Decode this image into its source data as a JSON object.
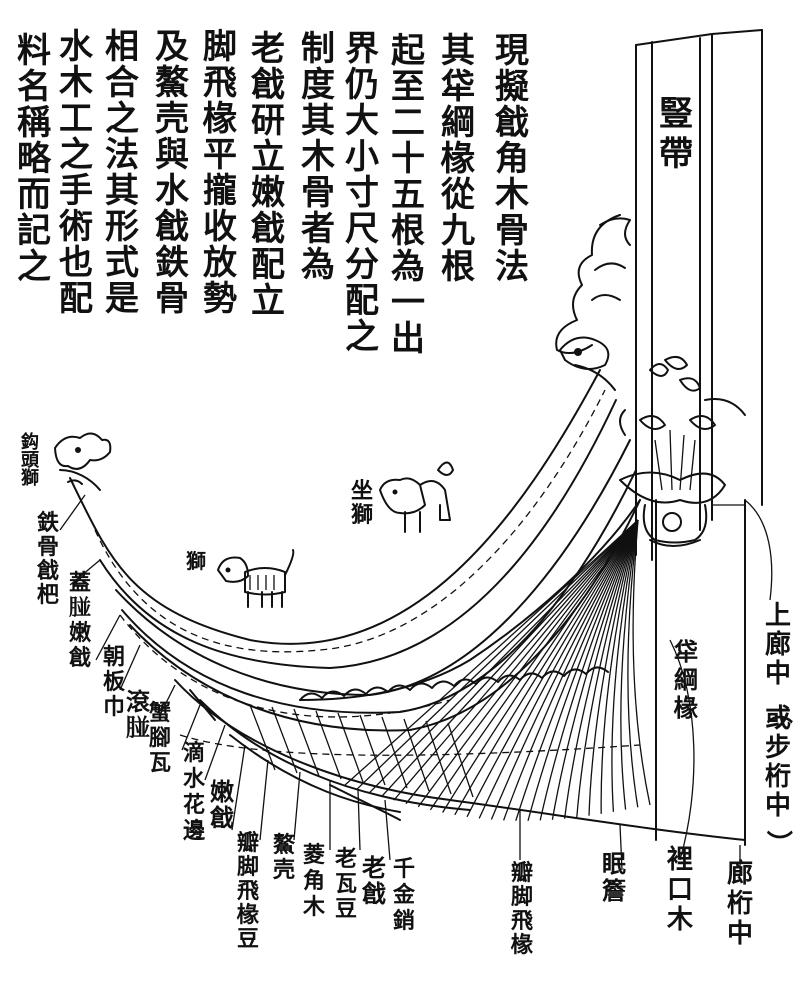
{
  "intro_columns": [
    "現擬戧角木骨法",
    "其牮綱椽從九根",
    "起至二十五根為一出",
    "界仍大小寸尺分配之",
    "制度其木骨者為",
    "老戧研立嫩戧配立",
    "脚飛椽平攏收放勢",
    "及鰲壳與水戧鉄骨",
    "相合之法其形式是",
    "水木工之手術也配",
    "料名稱略而記之"
  ],
  "labels": {
    "jian_dai": "豎帶",
    "gou_tou_shi": "鈎頭獅",
    "zuo_shi": "坐獅",
    "pu_shi": "獅",
    "tie_gu_qiang_ba": "鉄骨戧杷",
    "gai_tou_nen_qiang": "蓋𦝤嫩戧",
    "chao_ban_jin": "朝板巾",
    "gun_tou": "滾𦝤",
    "xie_xi_ban": "蟹腳瓦",
    "di_shui_hua_bian": "滴水花邊",
    "nen_qiang": "嫩戧",
    "li_jiao_fei_chuan_dou": "瓣脚飛椽豆",
    "ao_ke": "鰲壳",
    "ling_jiao_mu": "菱角木",
    "lao_jin_dou": "老瓦豆",
    "lao_qiang": "老戧",
    "gan_jin_dao": "千金銷",
    "li_jiao_fei_chuan": "瓣脚飛椽",
    "jian_gang_chuan": "牮綱椽",
    "yan_yan": "眠簷",
    "li_kou_mu": "裡口木",
    "lang_hang_zhong": "廊桁中",
    "shang_lang_zhong": "上廊中（或步桁中）"
  }
}
